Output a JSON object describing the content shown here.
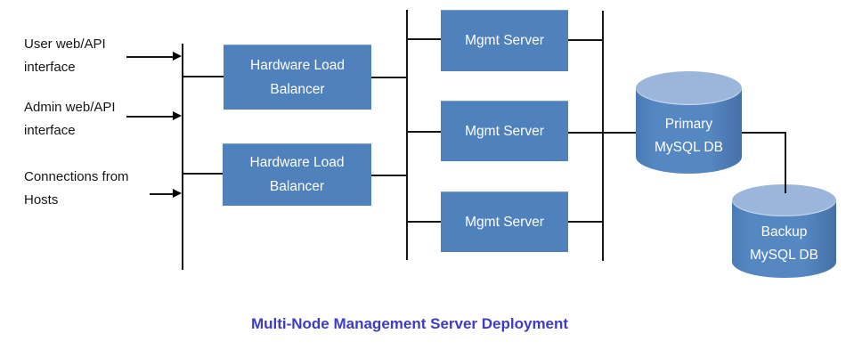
{
  "title": "Multi-Node Management Server Deployment",
  "colors": {
    "node_fill": "#4F81BD",
    "cylinder_top_fill": "#9CB6DB",
    "title_text": "#3C3CC8",
    "connector_line": "#161616",
    "node_text": "#ffffff",
    "label_text": "#151515"
  },
  "inputs": [
    {
      "label": "User web/API\ninterface"
    },
    {
      "label": "Admin web/API\ninterface"
    },
    {
      "label": "Connections from\nHosts"
    }
  ],
  "load_balancers": [
    {
      "label": "Hardware Load\nBalancer"
    },
    {
      "label": "Hardware Load\nBalancer"
    }
  ],
  "mgmt_servers": [
    {
      "label": "Mgmt Server"
    },
    {
      "label": "Mgmt Server"
    },
    {
      "label": "Mgmt Server"
    }
  ],
  "databases": [
    {
      "label": "Primary\nMySQL DB"
    },
    {
      "label": "Backup\nMySQL DB"
    }
  ]
}
